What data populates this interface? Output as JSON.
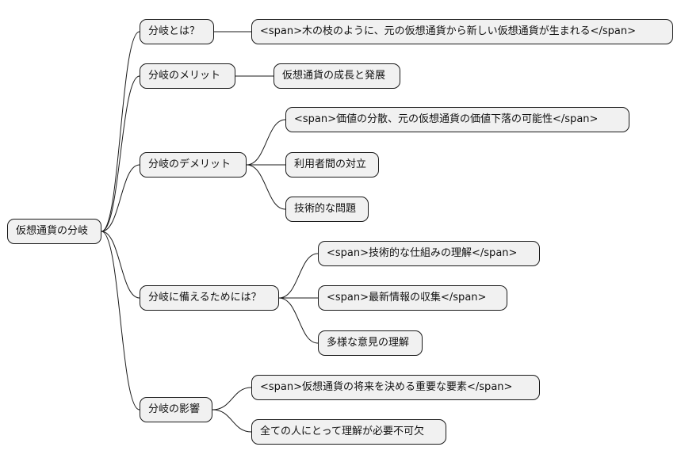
{
  "mindmap": {
    "root": {
      "label": "仮想通貨の分岐"
    },
    "branches": [
      {
        "label": "分岐とは？",
        "children": [
          {
            "label": "<span>木の枝のように、元の仮想通貨から新しい仮想通貨が生まれる</span>"
          }
        ]
      },
      {
        "label": "分岐のメリット",
        "children": [
          {
            "label": "仮想通貨の成長と発展"
          }
        ]
      },
      {
        "label": "分岐のデメリット",
        "children": [
          {
            "label": "<span>価値の分散、元の仮想通貨の価値下落の可能性</span>"
          },
          {
            "label": "利用者間の対立"
          },
          {
            "label": "技術的な問題"
          }
        ]
      },
      {
        "label": "分岐に備えるためには？",
        "children": [
          {
            "label": "<span>技術的な仕組みの理解</span>"
          },
          {
            "label": "<span>最新情報の収集</span>"
          },
          {
            "label": "多様な意見の理解"
          }
        ]
      },
      {
        "label": "分岐の影響",
        "children": [
          {
            "label": "<span>仮想通貨の将来を決める重要な要素</span>"
          },
          {
            "label": "全ての人にとって理解が必要不可欠"
          }
        ]
      }
    ]
  }
}
